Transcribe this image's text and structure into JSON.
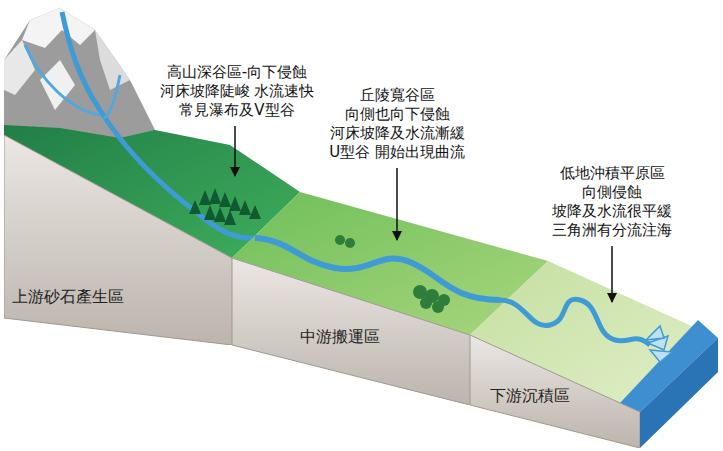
{
  "diagram": {
    "nodes": [
      {
        "text": [
          "上游砂石產生區"
        ]
      },
      {
        "text": [
          "中游搬運區"
        ]
      },
      {
        "text": [
          "下游沉積區"
        ]
      }
    ],
    "labels": [
      "高山深谷區-向下侵蝕 河床坡降陡峻 水流速快 常見瀑布及V型谷",
      "丘陵寬谷區 向側也向下侵蝕 河床坡降及水流漸緩 U型谷 開始出現曲流",
      "低地沖積平原區 向側侵蝕 坡降及水流很平緩 三角洲有分流注海"
    ]
  }
}
